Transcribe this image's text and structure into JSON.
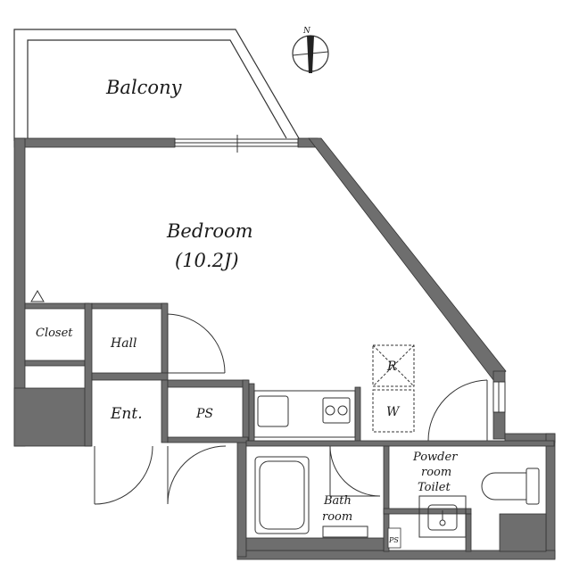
{
  "rooms": {
    "balcony": "Balcony",
    "bedroom": "Bedroom",
    "bedroom_area": "(10.2J)",
    "closet": "Closet",
    "hall": "Hall",
    "entrance": "Ent.",
    "ps": "PS",
    "ps_small": "PS",
    "bath_line1": "Bath",
    "bath_line2": "room",
    "powder_line1": "Powder",
    "powder_line2": "room",
    "powder_line3": "Toilet"
  },
  "fixtures": {
    "refrigerator_label": "R",
    "washer_label": "W"
  },
  "compass": {
    "north": "N"
  },
  "colors": {
    "wall": "#6e6e6e",
    "line": "#333333",
    "background": "#ffffff"
  }
}
